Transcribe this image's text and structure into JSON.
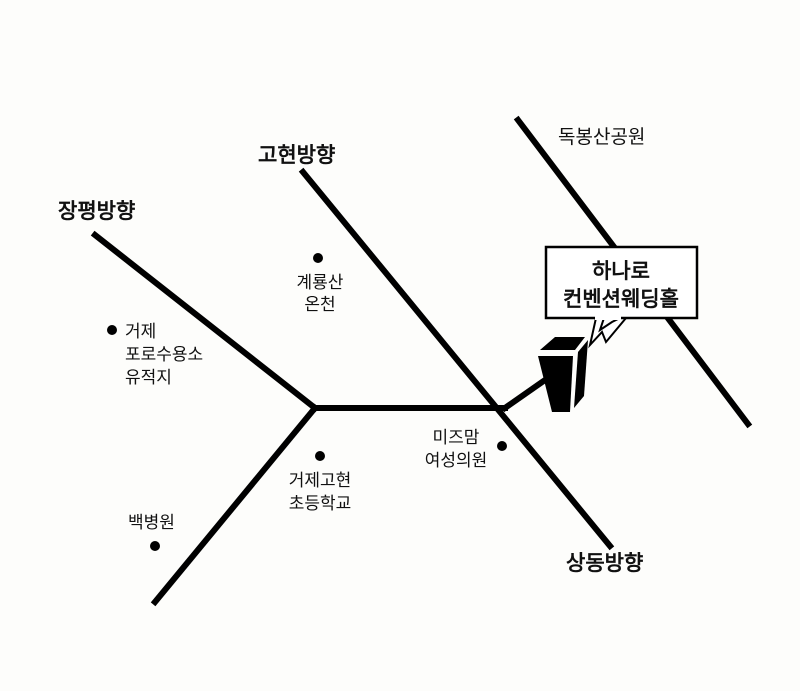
{
  "directions": {
    "dokbong": "독봉산공원",
    "gohyeon": "고현방향",
    "jangpyeong": "장평방향",
    "sangdong": "상동방향"
  },
  "landmarks": {
    "gyeryong": [
      "계룡산",
      "온천"
    ],
    "pow_camp": [
      "거제",
      "포로수용소",
      "유적지"
    ],
    "mizmam": [
      "미즈맘",
      "여성의원"
    ],
    "school": [
      "거제고현",
      "초등학교"
    ],
    "baek": [
      "백병원"
    ]
  },
  "destination": [
    "하나로",
    "컨벤션웨딩홀"
  ],
  "colors": {
    "road": "#000000",
    "background": "#fdfdfb"
  }
}
